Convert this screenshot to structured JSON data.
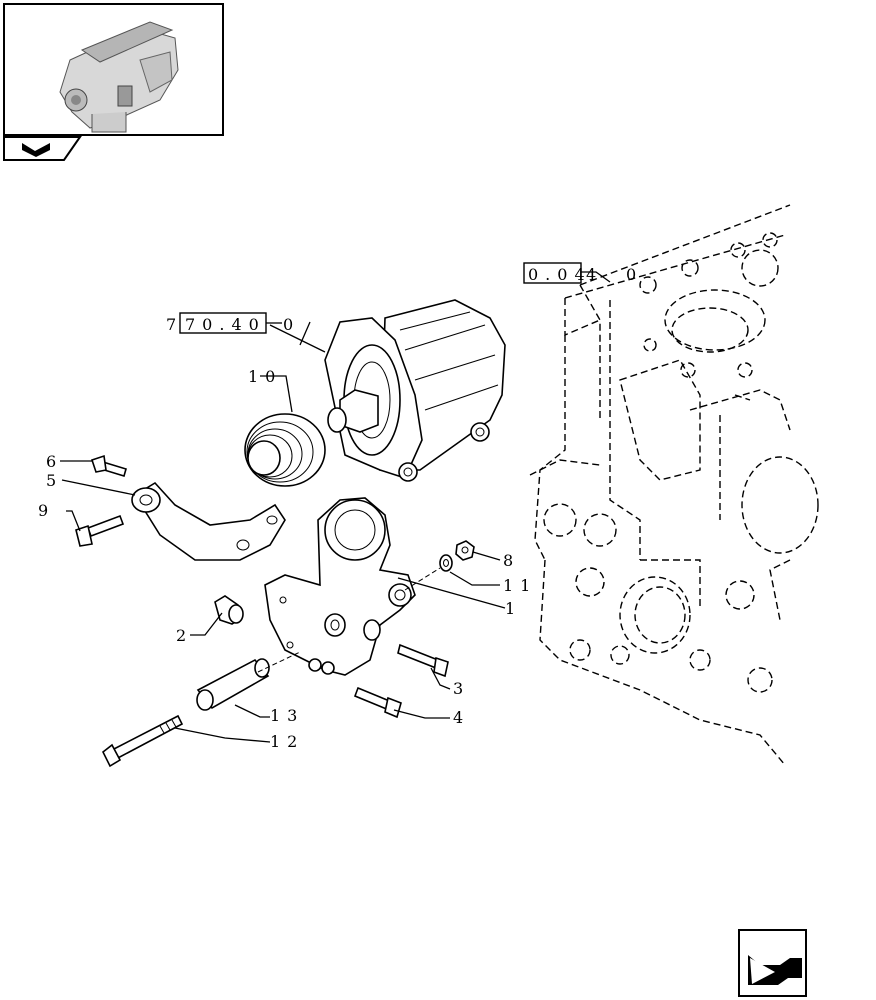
{
  "references": {
    "ref_alternator": "70.40",
    "ref_alternator_suffix": "0",
    "ref_block": "0.04",
    "ref_block_suffix": "0"
  },
  "callouts": [
    "1",
    "2",
    "3",
    "4",
    "5",
    "6",
    "8",
    "9",
    "10",
    "11",
    "12",
    "13"
  ],
  "icons": {
    "thumbnail": "engine-thumbnail-icon",
    "nav_tab": "nav-arrow-icon",
    "next_page": "next-page-arrow-icon"
  }
}
